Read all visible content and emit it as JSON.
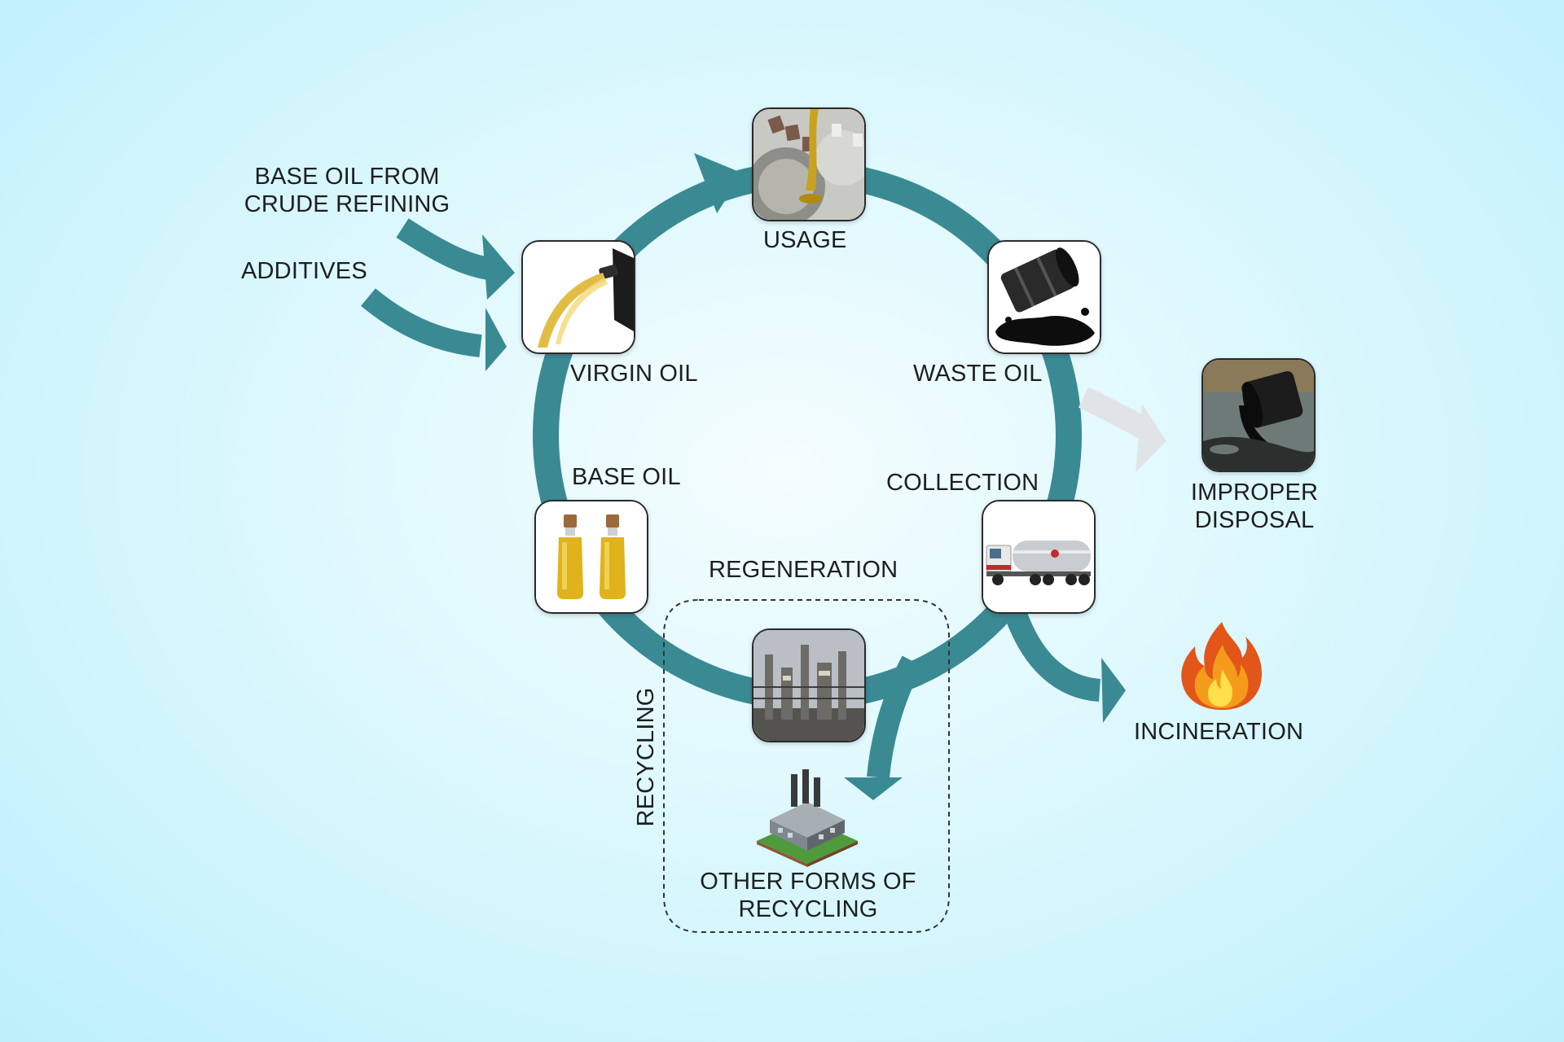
{
  "labels": {
    "base_oil_from": "BASE OIL FROM",
    "crude_refining": "CRUDE REFINING",
    "additives": "ADDITIVES",
    "usage": "USAGE",
    "virgin_oil": "VIRGIN OIL",
    "waste_oil": "WASTE OIL",
    "base_oil": "BASE OIL",
    "collection": "COLLECTION",
    "regeneration": "REGENERATION",
    "recycling": "RECYCLING",
    "other_forms_line1": "OTHER FORMS OF",
    "other_forms_line2": "RECYCLING",
    "improper_line1": "IMPROPER",
    "improper_line2": "DISPOSAL",
    "incineration": "INCINERATION"
  },
  "icons": {
    "usage": "gears-oil-icon",
    "virgin_oil": "pouring-oil-icon",
    "waste_oil": "spilled-barrel-icon",
    "base_oil": "oil-bottles-icon",
    "collection": "tanker-truck-icon",
    "regeneration": "refinery-icon",
    "other_forms": "factory-icon",
    "improper_disposal": "polluted-barrel-icon",
    "incineration": "fire-icon"
  },
  "colors": {
    "cycle": "#3a8a94",
    "improper_arrow": "#e1e4e6",
    "text": "#1e1e1e",
    "tile_border": "#2a2a2a"
  }
}
